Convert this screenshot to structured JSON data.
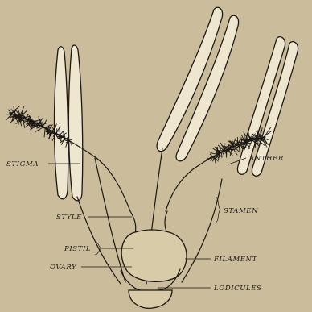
{
  "labels": {
    "stigma": "STIGMA",
    "style": "STYLE",
    "pistil": "PISTIL",
    "ovary": "OVARY",
    "anther": "ANTHER",
    "stamen": "STAMEN",
    "filament": "FILAMENT",
    "lodicules": "LODICULES"
  },
  "colors": {
    "paper": "#cbbd9b",
    "ink": "#1a1714"
  }
}
